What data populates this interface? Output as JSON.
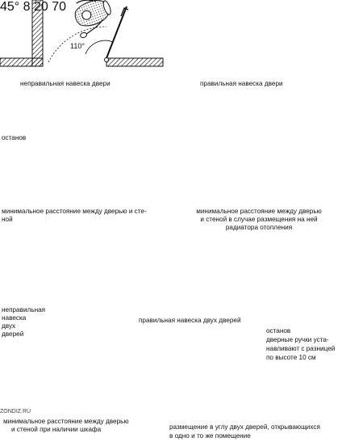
{
  "colors": {
    "ink": "#111111",
    "paper": "#ffffff"
  },
  "panel1": {
    "angle": "110°",
    "caption": "неправильная навеска двери"
  },
  "panel2": {
    "angle": "45°",
    "caption": "правильная навеска двери"
  },
  "panel3": {
    "dimension": "8",
    "stop_label": "останов",
    "caption_line1": "минимальное расстояние между дверью и сте-",
    "caption_line2": "ной"
  },
  "panel4": {
    "dimension": "20",
    "caption_line1": "минимальное расстояние между дверью",
    "caption_line2": "и стеной в случае размещения на ней",
    "caption_line3": "радиатора отопления"
  },
  "panel5": {
    "caption_line1": "неправильная",
    "caption_line2": "навеска",
    "caption_line3": "двух",
    "caption_line4": "дверей"
  },
  "panel6": {
    "caption": "правильная навеска двух дверей"
  },
  "panel7": {
    "dimension": "70",
    "watermark": "ZONDIZ.RU",
    "caption_line1": "минимальное расстояние между дверью",
    "caption_line2": "и стеной при наличии шкафа"
  },
  "panel8": {
    "stop_label": "останов",
    "note_line1": "дверные ручки уста-",
    "note_line2": "навливают с разницей",
    "note_line3": "по высоте 10 см",
    "caption_line1": "размещение в углу двух дверей, открывающихся",
    "caption_line2": "в одно и то же помещение"
  }
}
